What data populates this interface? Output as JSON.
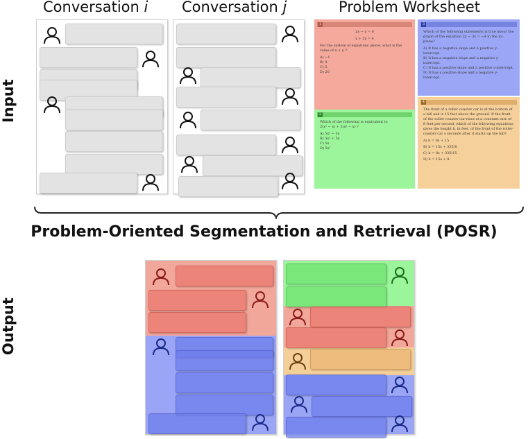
{
  "headers": {
    "conv_i_prefix": "Conversation ",
    "conv_i_var": "i",
    "conv_j_prefix": "Conversation ",
    "conv_j_var": "j",
    "worksheet": "Problem Worksheet"
  },
  "side_labels": {
    "input": "Input",
    "output": "Output"
  },
  "title": "Problem-Oriented Segmentation and Retrieval (POSR)",
  "worksheet": {
    "p1": {
      "num": "1",
      "eq1": "2x − y = 8",
      "eq2": "x + 2y = 4",
      "question": "For the system of equations above, what is the value of x + y ?",
      "options": [
        "A)   −1",
        "B)   4",
        "C)   5",
        "D)   20"
      ]
    },
    "p2": {
      "num": "2",
      "question": "Which of the following is equivalent to",
      "expr": "2(x² − x) + 3(x² − x) ?",
      "options": [
        "A)   5x² − 5x",
        "B)   5x² + 5x",
        "C)   5x",
        "D)   5x²"
      ]
    },
    "p3": {
      "num": "3",
      "question": "Which of the following statements is true about the graph of the equation 2y − 3x = −4 in the xy-plane?",
      "options": [
        "A)   It has a negative slope and a positive y-intercept.",
        "B)   It has a negative slope and a negative y-intercept.",
        "C)   It has a positive slope and a positive y-intercept.",
        "D)   It has a positive slope and a negative y-intercept."
      ]
    },
    "p4": {
      "num": "4",
      "question": "The front of a roller-coaster car is at the bottom of a hill and is 15 feet above the ground. If the front of the roller-coaster car rises at a constant rate of 8 feet per second, which of the following equations gives the height h, in feet, of the front of the roller-coaster car s seconds after it starts up the hill?",
      "options": [
        "A)   h = 8s + 15",
        "B)   h = 15s + 335/8",
        "C)   h = 8s + 335/15",
        "D)   h = 15s + 8"
      ]
    }
  },
  "colors": {
    "red": "#f2a79b",
    "blue": "#9aa6f5",
    "green": "#9bf59b",
    "orange": "#f5cf98",
    "bubble_gray": "#e3e3e3"
  }
}
